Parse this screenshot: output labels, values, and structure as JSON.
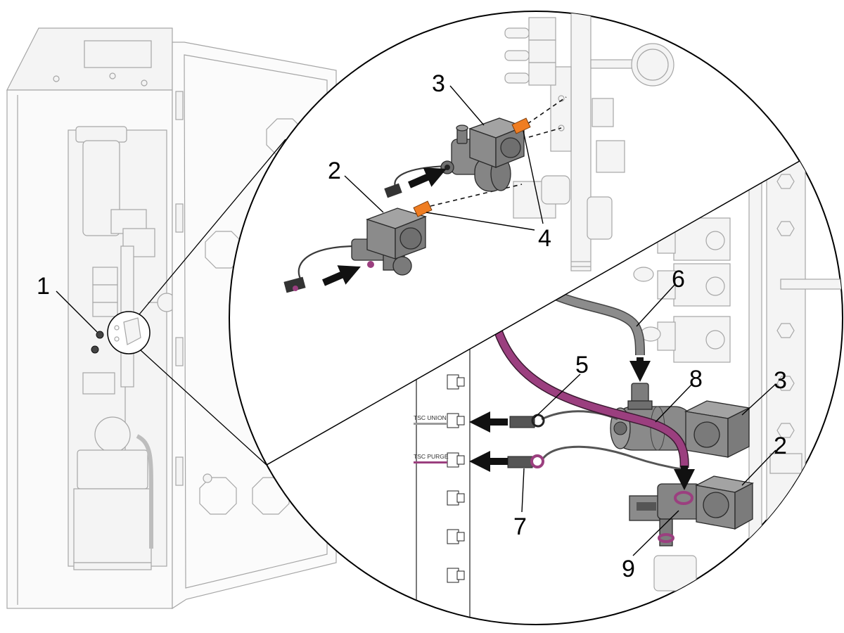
{
  "figure": {
    "overview": {
      "callouts": [
        "1"
      ]
    },
    "upper_detail": {
      "callouts": [
        "3",
        "2",
        "4"
      ]
    },
    "lower_detail": {
      "callouts": [
        "5",
        "6",
        "8",
        "3",
        "2",
        "7",
        "9"
      ],
      "panel_labels": [
        "TSC UNION",
        "TSC PURGE"
      ]
    }
  },
  "colors": {
    "fitting_orange": "#ef7d22",
    "purge_purple": "#9b3f7f",
    "valve_gray": "#858585",
    "outline_gray": "#a6a6a6"
  }
}
